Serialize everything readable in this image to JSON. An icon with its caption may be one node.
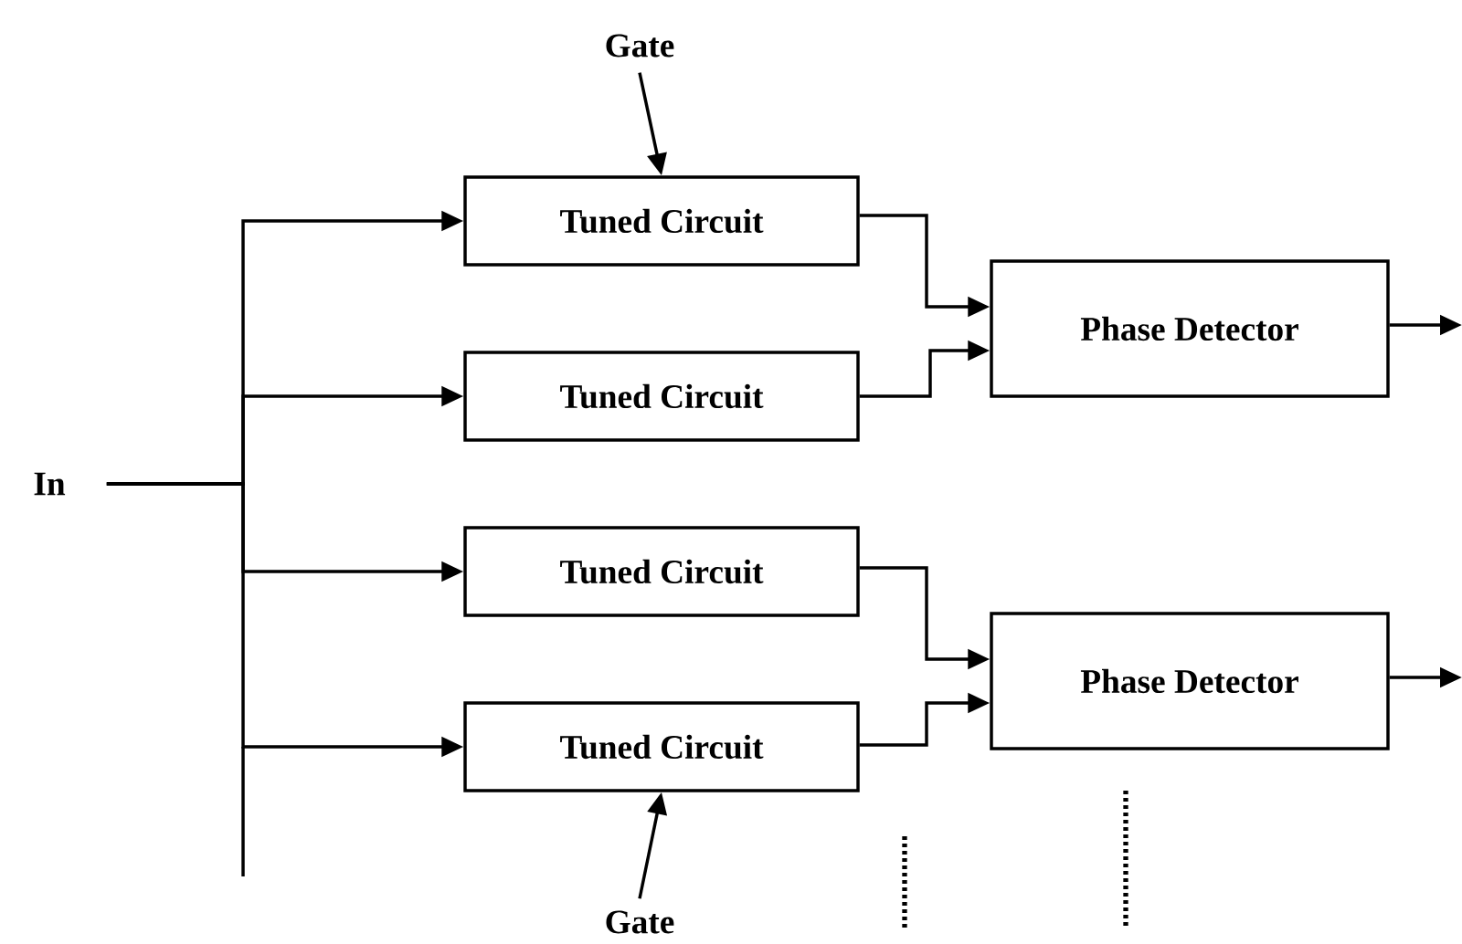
{
  "diagram": {
    "nodes": [
      {
        "text": [
          "In"
        ]
      },
      {
        "text": [
          "Gate"
        ]
      },
      {
        "text": [
          "Tuned Circuit"
        ]
      },
      {
        "text": [
          "Tuned Circuit"
        ]
      },
      {
        "text": [
          "Tuned Circuit"
        ]
      },
      {
        "text": [
          "Tuned Circuit"
        ]
      },
      {
        "text": [
          "Phase Detector"
        ]
      },
      {
        "text": [
          "Phase Detector"
        ]
      },
      {
        "text": [
          "Gate"
        ]
      }
    ],
    "edges": [
      {
        "from": 0,
        "to": 2,
        "arrow": "to"
      },
      {
        "from": 0,
        "to": 3,
        "arrow": "to"
      },
      {
        "from": 0,
        "to": 4,
        "arrow": "to"
      },
      {
        "from": 0,
        "to": 5,
        "arrow": "to"
      },
      {
        "from": 1,
        "to": 2,
        "arrow": "to"
      },
      {
        "from": 8,
        "to": 5,
        "arrow": "to"
      },
      {
        "from": 2,
        "to": 6,
        "arrow": "to"
      },
      {
        "from": 3,
        "to": 6,
        "arrow": "to"
      },
      {
        "from": 4,
        "to": 7,
        "arrow": "to"
      },
      {
        "from": 5,
        "to": 7,
        "arrow": "to"
      },
      {
        "from": 6,
        "to": null,
        "arrow": "to"
      },
      {
        "from": 7,
        "to": null,
        "arrow": "to"
      }
    ]
  }
}
